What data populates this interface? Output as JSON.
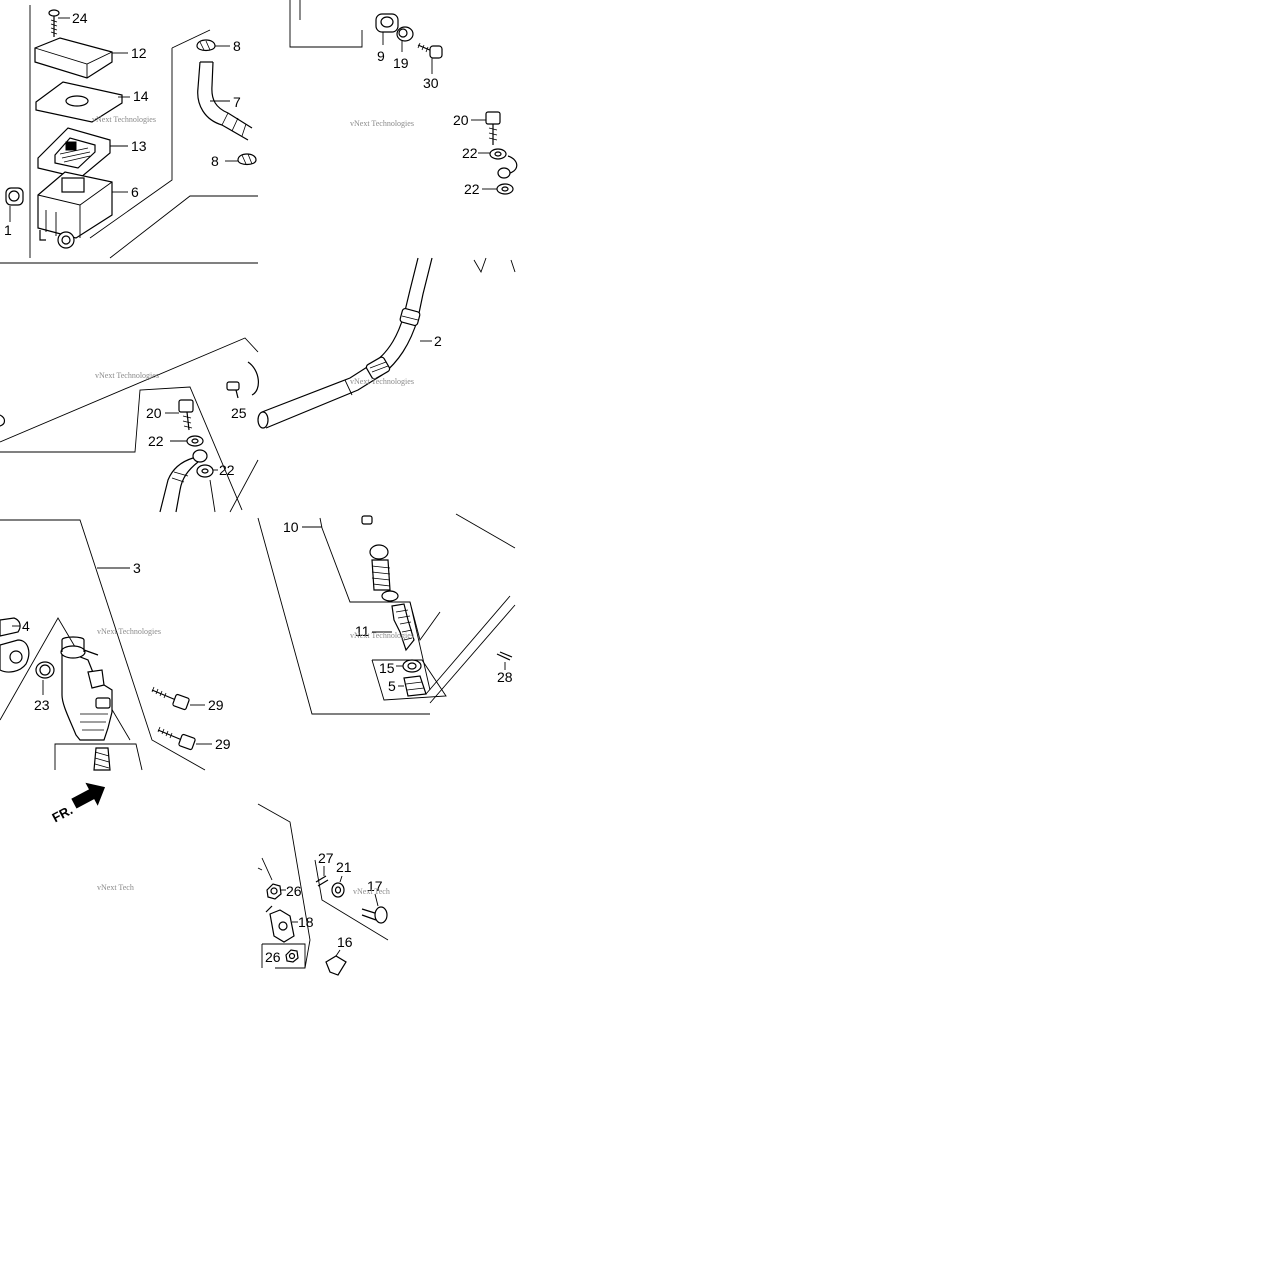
{
  "watermark": "vNext Technologies",
  "watermark_cut": "vNext Tech",
  "front_indicator": "FR.",
  "callouts": {
    "c24": "24",
    "c12": "12",
    "c14": "14",
    "c13": "13",
    "c6": "6",
    "c1": "1",
    "c8a": "8",
    "c7": "7",
    "c8b": "8",
    "c9": "9",
    "c19": "19",
    "c30": "30",
    "c20a": "20",
    "c22a": "22",
    "c22b": "22",
    "c2": "2",
    "c20b": "20",
    "c22c": "22",
    "c22d": "22",
    "c25": "25",
    "c3": "3",
    "c4": "4",
    "c23": "23",
    "c29a": "29",
    "c29b": "29",
    "c10": "10",
    "c11": "11",
    "c15": "15",
    "c5": "5",
    "c28": "28",
    "c26a": "26",
    "c18": "18",
    "c26b": "26",
    "c27": "27",
    "c21": "21",
    "c17": "17",
    "c16": "16"
  }
}
